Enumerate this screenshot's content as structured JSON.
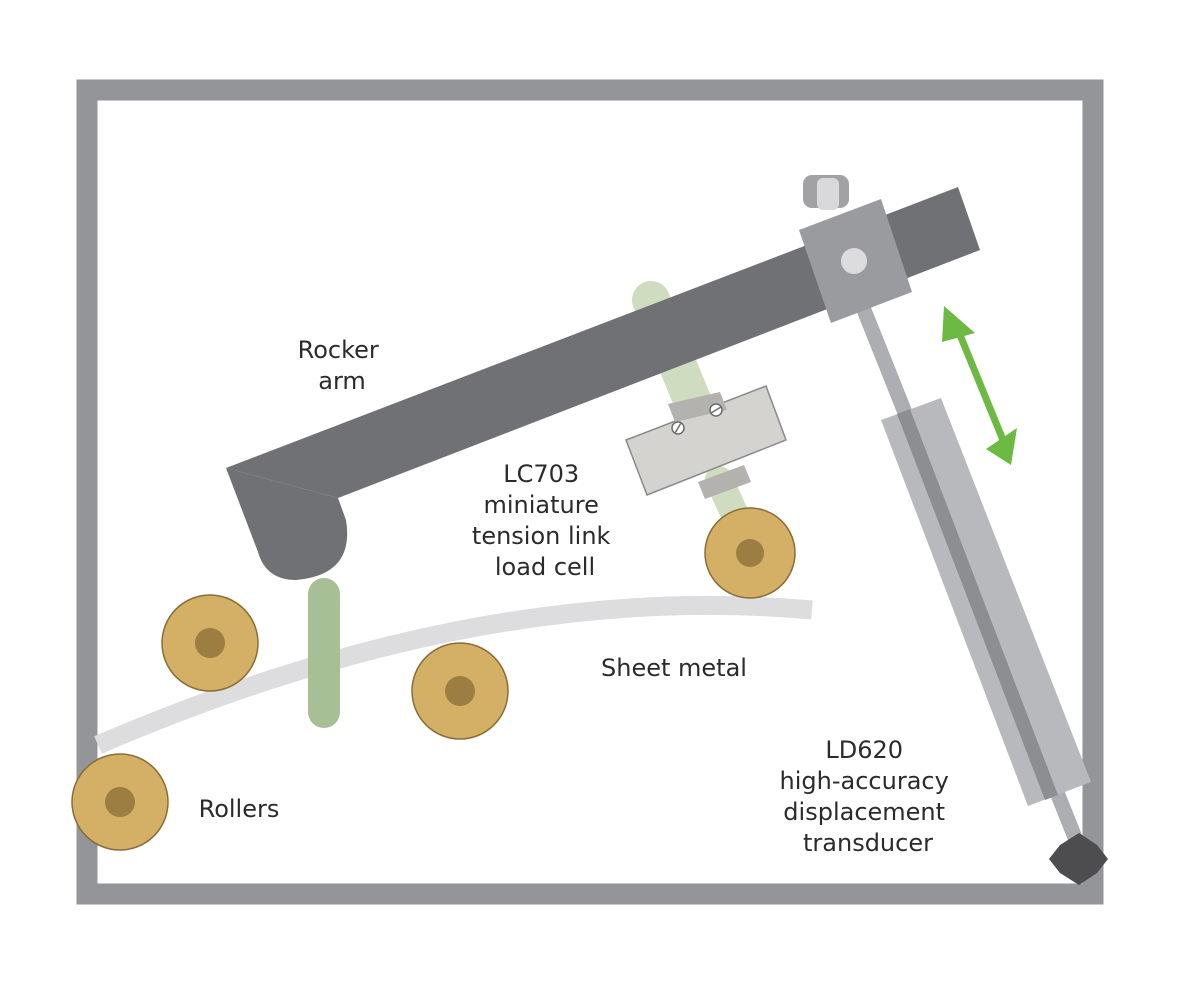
{
  "labels": {
    "rocker_arm": [
      "Rocker",
      "arm"
    ],
    "load_cell": [
      "LC703",
      "miniature",
      "tension link",
      "load cell"
    ],
    "sheet_metal": "Sheet metal",
    "rollers": "Rollers",
    "transducer": [
      "LD620",
      "high-accuracy",
      "displacement",
      "transducer"
    ]
  },
  "colors": {
    "frame": "#939598",
    "rocker_arm": "#707174",
    "roller_fill": "#d4b066",
    "roller_hub": "#9c7e43",
    "roller_edge": "#8a6d37",
    "sheet_metal": "#dddddf",
    "push_rod": "#a7bf94",
    "tension_link": "#d0dcbf",
    "load_cell_body": "#d4d3cf",
    "transducer_body": "#b8b9bc",
    "transducer_stripe": "#8d8e91",
    "motion_arrow": "#6cb944",
    "hex_nut": "#4d4d4f"
  },
  "icons": {
    "motion_arrow": "double-headed-arrow-icon",
    "hex_nut": "hex-nut-icon"
  }
}
